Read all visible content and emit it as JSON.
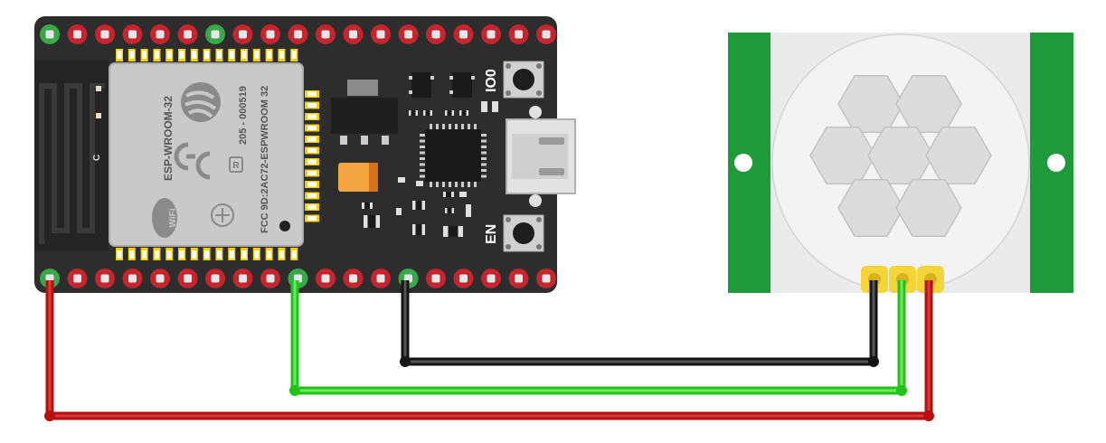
{
  "board": {
    "module_name": "ESP-WROOM-32",
    "module_id": "205 - 000519",
    "fcc": "FCC 9D:2AC72-ESPWROOM 32",
    "reg_mark": "R",
    "antenna_mark": "C",
    "button_io0": "IO0",
    "button_en": "EN",
    "wifi_text": "WiFi",
    "ce_mark": "CE",
    "colors": {
      "pcb": "#2d2d2d",
      "shield": "#c9c9c9",
      "pin_red": "#c4252e",
      "pin_green": "#3aa84a",
      "gold": "#f5d000"
    }
  },
  "sensor": {
    "colors": {
      "pcb": "#1e9a3a",
      "dome": "#f0f0f0",
      "lens": "#d8d8d8",
      "header": "#f5d43a"
    }
  },
  "wires": {
    "colors": {
      "vcc": "#b50f0f",
      "out": "#22c21a",
      "gnd": "#151515"
    }
  }
}
